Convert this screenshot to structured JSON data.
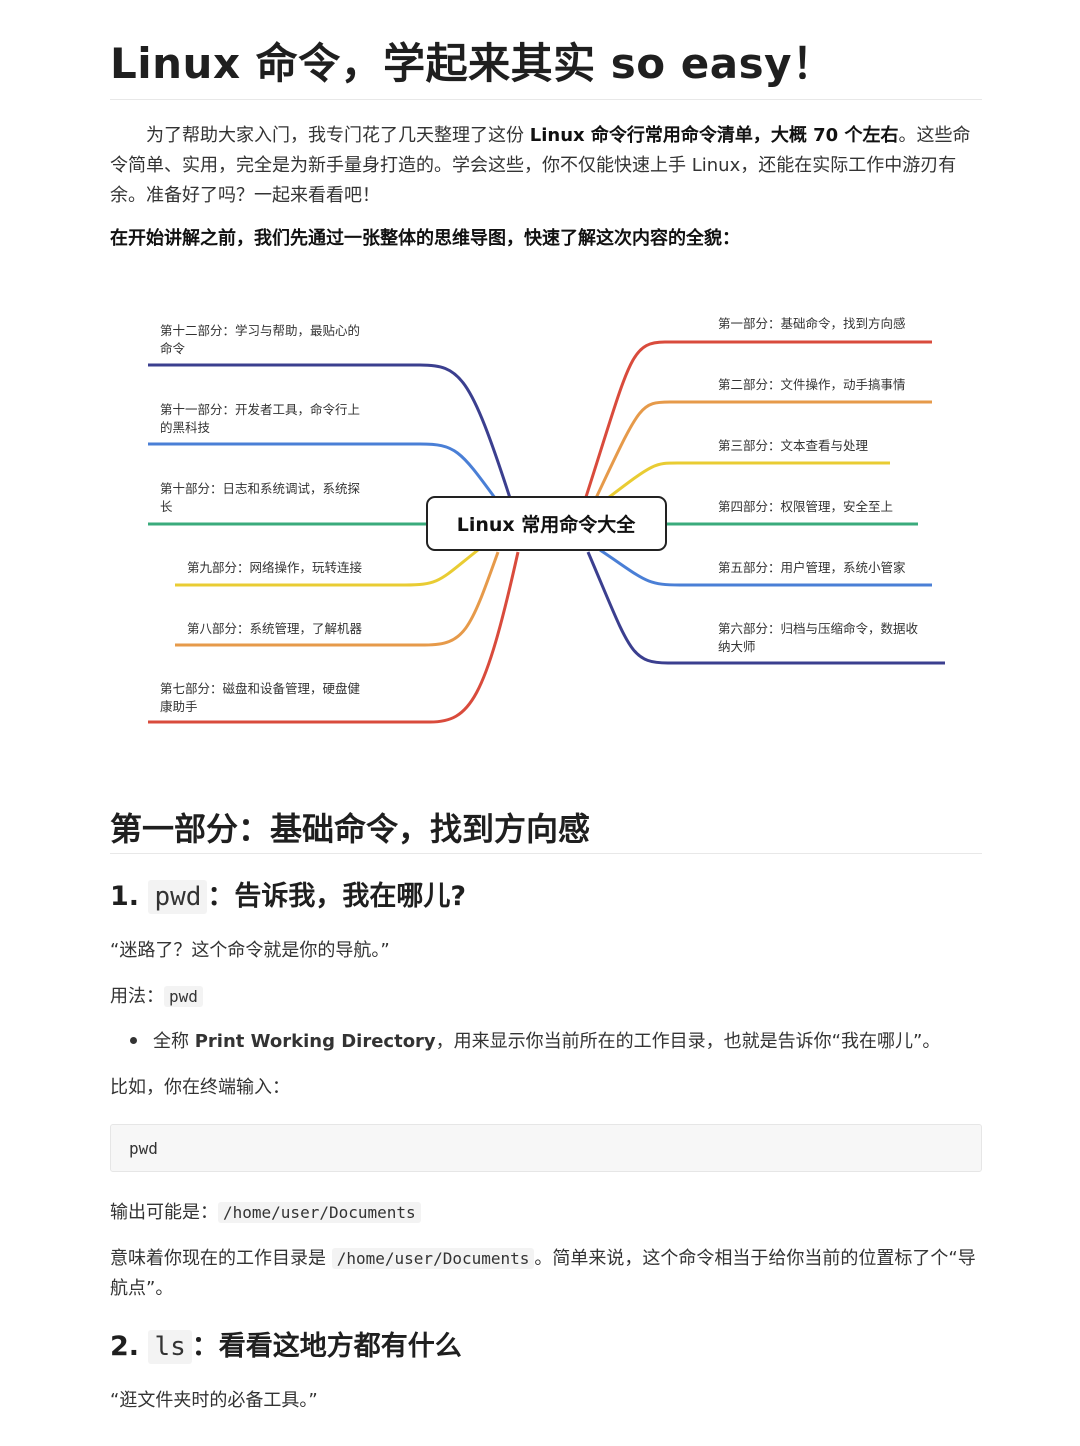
{
  "title": "Linux 命令，学起来其实 so easy！",
  "intro": {
    "p1_a": "为了帮助大家入门，我专门花了几天整理了这份 ",
    "p1_bold": "Linux 命令行常用命令清单，大概 70 个左右",
    "p1_b": "。这些命令简单、实用，完全是为新手量身打造的。学会这些，你不仅能快速上手 Linux，还能在实际工作中游刃有余。准备好了吗？一起来看看吧！",
    "p2": "在开始讲解之前，我们先通过一张整体的思维导图，快速了解这次内容的全貌："
  },
  "mindmap": {
    "center": "Linux 常用命令大全",
    "right": [
      {
        "line1": "第一部分：基础命令，找到方向感",
        "line2": "",
        "color": "#d94b3c"
      },
      {
        "line1": "第二部分：文件操作，动手搞事情",
        "line2": "",
        "color": "#e69a4a"
      },
      {
        "line1": "第三部分：文本查看与处理",
        "line2": "",
        "color": "#e9cc33"
      },
      {
        "line1": "第四部分：权限管理，安全至上",
        "line2": "",
        "color": "#3aab7c"
      },
      {
        "line1": "第五部分：用户管理，系统小管家",
        "line2": "",
        "color": "#4a7fd6"
      },
      {
        "line1": "第六部分：归档与压缩命令，数据收",
        "line2": "纳大师",
        "color": "#3b3f8f"
      }
    ],
    "left": [
      {
        "line1": "第十二部分：学习与帮助，最贴心的",
        "line2": "命令",
        "color": "#3b3f8f"
      },
      {
        "line1": "第十一部分：开发者工具，命令行上",
        "line2": "的黑科技",
        "color": "#4a7fd6"
      },
      {
        "line1": "第十部分：日志和系统调试，系统探",
        "line2": "长",
        "color": "#3aab7c"
      },
      {
        "line1": "第九部分：网络操作，玩转连接",
        "line2": "",
        "color": "#e9cc33"
      },
      {
        "line1": "第八部分：系统管理，了解机器",
        "line2": "",
        "color": "#e69a4a"
      },
      {
        "line1": "第七部分：磁盘和设备管理，硬盘健",
        "line2": "康助手",
        "color": "#d94b3c"
      }
    ]
  },
  "section1": {
    "heading": "第一部分：基础命令，找到方向感",
    "cmd1": {
      "num": "1.",
      "code": "pwd",
      "title": "：告诉我，我在哪儿?",
      "quote": "“迷路了？这个命令就是你的导航。”",
      "usage_label": "用法：",
      "usage_code": "pwd",
      "bullet_a": "全称 ",
      "bullet_bold": "Print Working Directory",
      "bullet_b": "，用来显示你当前所在的工作目录，也就是告诉你“我在哪儿”。",
      "example_label": "比如，你在终端输入：",
      "code_block": "pwd",
      "output_label": "输出可能是：",
      "output_code": "/home/user/Documents",
      "meaning_a": "意味着你现在的工作目录是 ",
      "meaning_code": "/home/user/Documents",
      "meaning_b": "。简单来说，这个命令相当于给你当前的位置标了个“导航点”。"
    },
    "cmd2": {
      "num": "2.",
      "code": "ls",
      "title": "：看看这地方都有什么",
      "quote": "“逛文件夹时的必备工具。”"
    }
  }
}
